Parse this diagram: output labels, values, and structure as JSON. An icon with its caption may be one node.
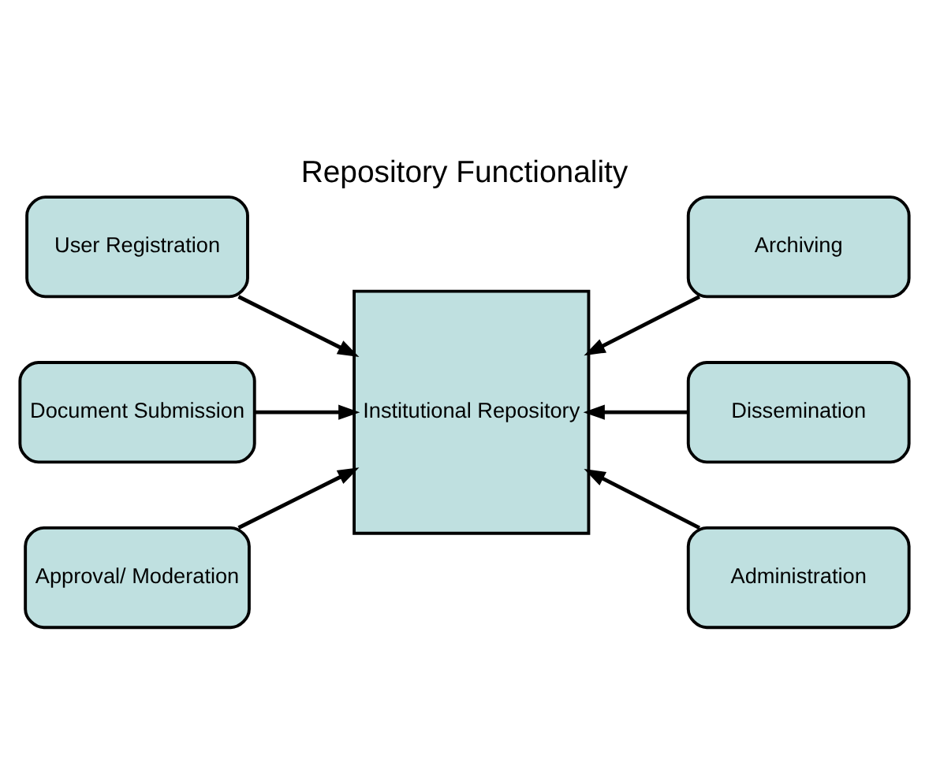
{
  "diagram": {
    "title": "Repository Functionality",
    "nodes": [
      {
        "text": [
          "User Registration"
        ]
      },
      {
        "text": [
          "Archiving"
        ]
      },
      {
        "text": [
          "Document Submission"
        ]
      },
      {
        "text": [
          "Institutional Repository"
        ]
      },
      {
        "text": [
          "Dissemination"
        ]
      },
      {
        "text": [
          "Approval/ Moderation"
        ]
      },
      {
        "text": [
          "Administration"
        ]
      }
    ],
    "edges": [
      {
        "from": 0,
        "to": 3,
        "arrow": "to"
      },
      {
        "from": 1,
        "to": 3,
        "arrow": "to"
      },
      {
        "from": 2,
        "to": 3,
        "arrow": "to"
      },
      {
        "from": 4,
        "to": 3,
        "arrow": "to"
      },
      {
        "from": 5,
        "to": 3,
        "arrow": "to"
      },
      {
        "from": 6,
        "to": 3,
        "arrow": "to"
      }
    ]
  }
}
